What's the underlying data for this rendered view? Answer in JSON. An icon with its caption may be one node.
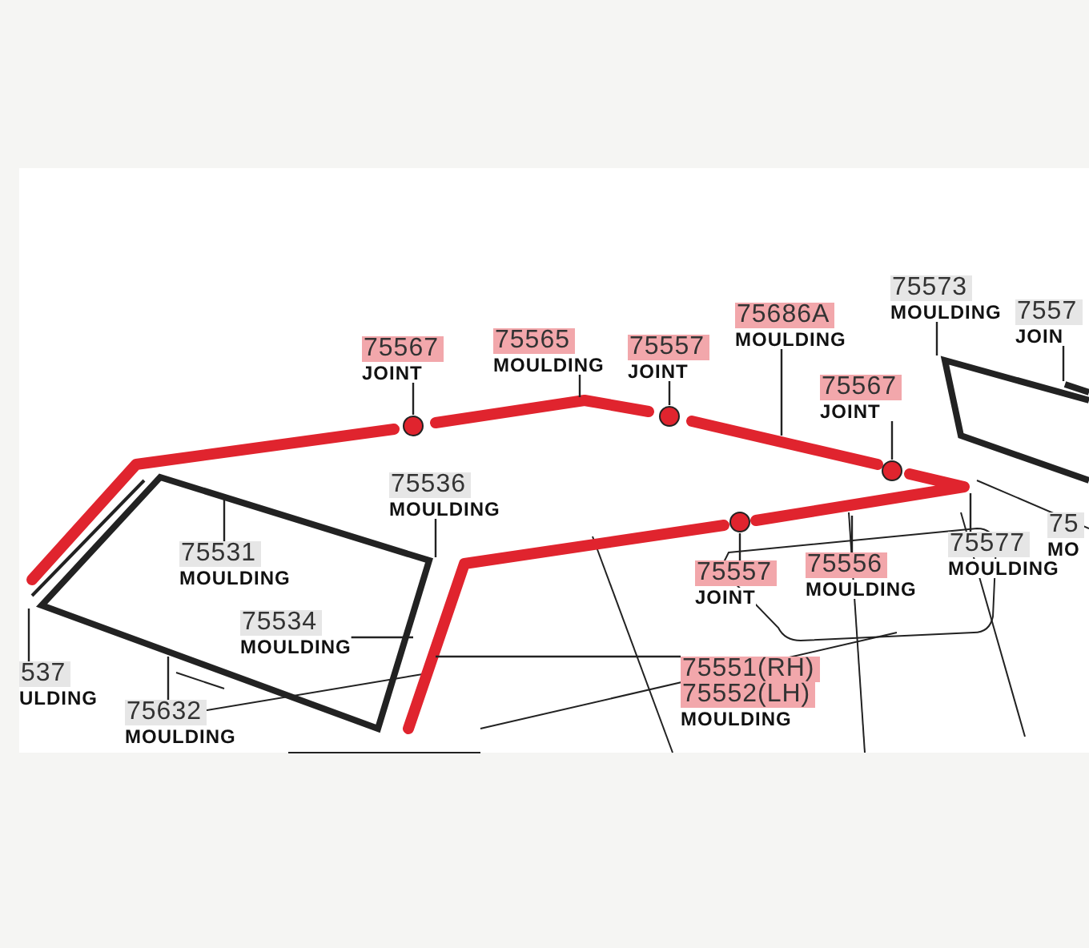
{
  "diagram": {
    "nodes": [
      {
        "text": [
          "75567",
          "JOINT"
        ]
      },
      {
        "text": [
          "75565",
          "MOULDING"
        ]
      },
      {
        "text": [
          "75557",
          "JOINT"
        ]
      },
      {
        "text": [
          "75686A",
          "MOULDING"
        ]
      },
      {
        "text": [
          "75567",
          "JOINT"
        ]
      },
      {
        "text": [
          "75573",
          "MOULDING"
        ]
      },
      {
        "text": [
          "7557",
          "JOIN"
        ]
      },
      {
        "text": [
          "75536",
          "MOULDING"
        ]
      },
      {
        "text": [
          "75531",
          "MOULDING"
        ]
      },
      {
        "text": [
          "75577",
          "MOULDING"
        ]
      },
      {
        "text": [
          "75",
          "MO"
        ]
      },
      {
        "text": [
          "75557",
          "JOINT"
        ]
      },
      {
        "text": [
          "75556",
          "MOULDING"
        ]
      },
      {
        "text": [
          "75534",
          "MOULDING"
        ]
      },
      {
        "text": [
          "537",
          "ULDING"
        ]
      },
      {
        "text": [
          "75551(RH)",
          "75552(LH)",
          "MOULDING"
        ]
      },
      {
        "text": [
          "75632",
          "MOULDING"
        ]
      },
      {
        "text": [],
        "shape": "circle"
      },
      {
        "text": [],
        "shape": "circle"
      },
      {
        "text": [],
        "shape": "circle"
      },
      {
        "text": [],
        "shape": "circle"
      }
    ],
    "edges": [
      {
        "from": 0,
        "to": 17,
        "arrow": "none"
      },
      {
        "from": 1,
        "to": null,
        "arrow": "none"
      },
      {
        "from": 2,
        "to": 18,
        "arrow": "none"
      },
      {
        "from": 3,
        "to": null,
        "arrow": "none"
      },
      {
        "from": 4,
        "to": 19,
        "arrow": "none"
      },
      {
        "from": 5,
        "to": null,
        "arrow": "none"
      },
      {
        "from": 6,
        "to": null,
        "arrow": "none"
      },
      {
        "from": 7,
        "to": null,
        "arrow": "none"
      },
      {
        "from": 8,
        "to": null,
        "arrow": "none"
      },
      {
        "from": 9,
        "to": null,
        "arrow": "none"
      },
      {
        "from": 11,
        "to": 20,
        "arrow": "none"
      },
      {
        "from": 12,
        "to": null,
        "arrow": "none"
      },
      {
        "from": 13,
        "to": null,
        "arrow": "none"
      },
      {
        "from": 14,
        "to": null,
        "arrow": "none"
      },
      {
        "from": 15,
        "to": null,
        "arrow": "none"
      },
      {
        "from": 16,
        "to": null,
        "arrow": "none"
      }
    ]
  }
}
